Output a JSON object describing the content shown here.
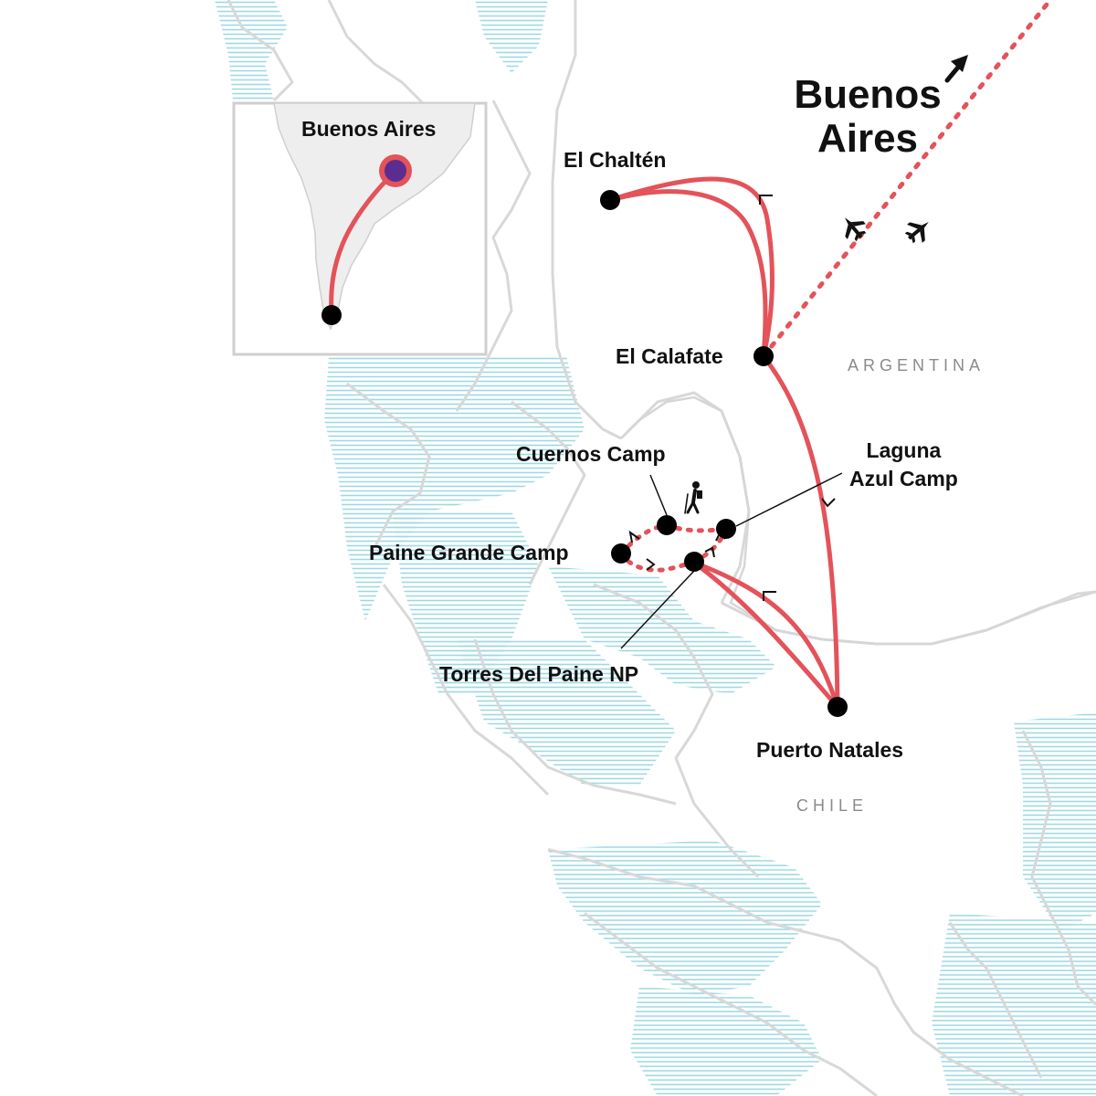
{
  "map": {
    "countries": {
      "argentina": "ARGENTINA",
      "chile": "CHILE"
    },
    "destination": {
      "line1": "Buenos",
      "line2": "Aires"
    },
    "places": {
      "el_chalten": "El Chaltén",
      "el_calafate": "El Calafate",
      "cuernos_camp": "Cuernos Camp",
      "laguna_line1": "Laguna",
      "laguna_line2": "Azul Camp",
      "paine_grande_camp": "Paine Grande Camp",
      "torres_del_paine": "Torres Del Paine NP",
      "puerto_natales": "Puerto Natales"
    },
    "inset": {
      "label": "Buenos Aires"
    },
    "icons": [
      "airplane-icon",
      "hiker-icon",
      "arrow-up-right-icon"
    ],
    "colors": {
      "route": "#e4525a",
      "stop": "#000000",
      "border": "#d6d6d6",
      "water": "#9fd8e3",
      "inset_marker": "#5b2d91"
    }
  }
}
